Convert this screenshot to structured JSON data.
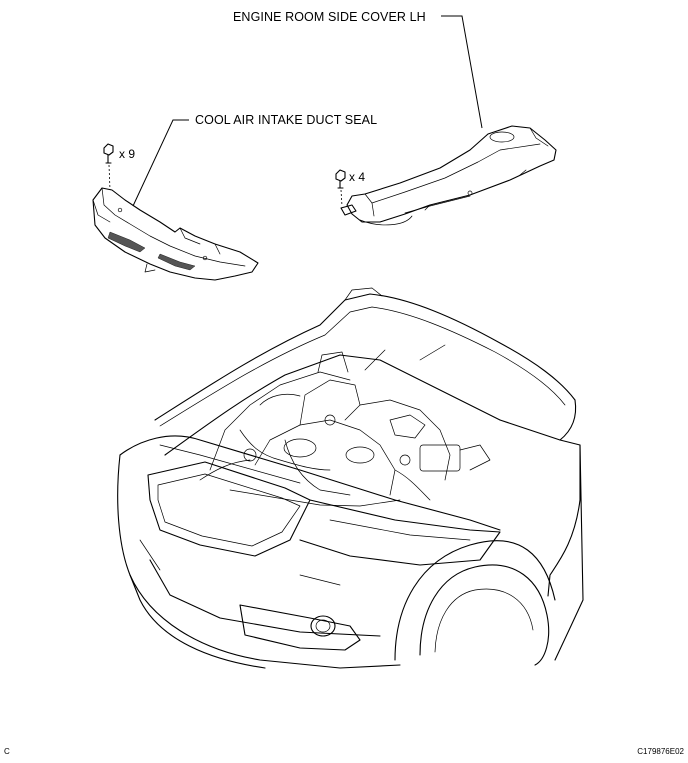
{
  "labels": {
    "engine_room_side_cover": "ENGINE ROOM SIDE COVER LH",
    "cool_air_intake_duct_seal": "COOL AIR INTAKE DUCT SEAL"
  },
  "quantities": {
    "seal_clips": "x 9",
    "cover_clips": "x 4"
  },
  "corner": {
    "left": "C",
    "right": "C179876E02"
  }
}
